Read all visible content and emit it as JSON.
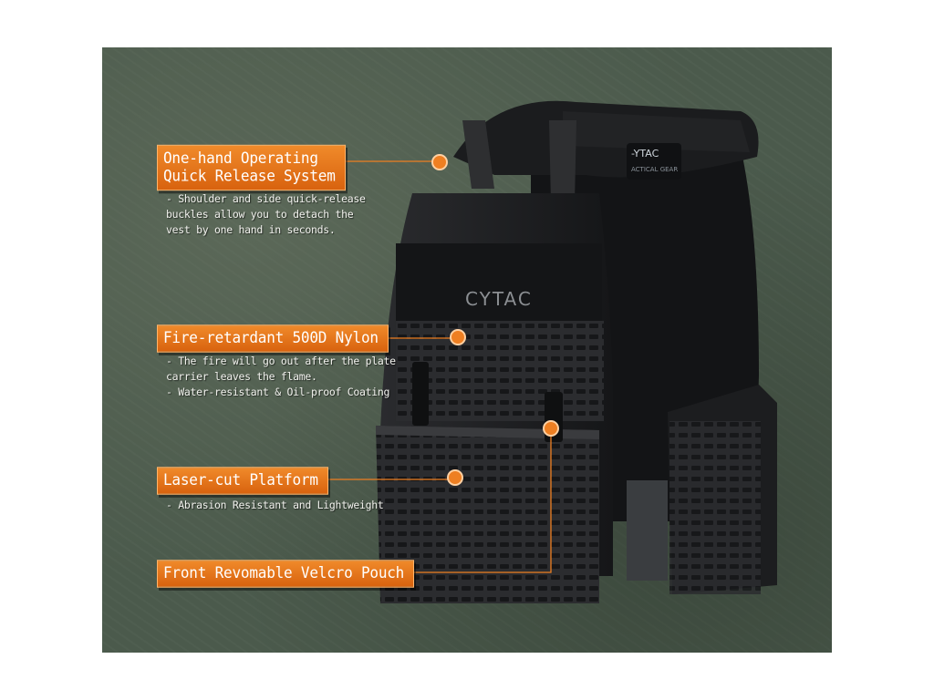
{
  "features": [
    {
      "title": "One-hand Operating\nQuick Release System",
      "description": "- Shoulder and side quick-release\nbuckles allow you to detach the\nvest by one hand in seconds."
    },
    {
      "title": "Fire-retardant 500D Nylon",
      "description": "- The fire will go out after the plate\ncarrier leaves the flame.\n- Water-resistant & Oil-proof Coating"
    },
    {
      "title": "Laser-cut Platform",
      "description": "- Abrasion Resistant and Lightweight"
    },
    {
      "title": "Front Revomable Velcro Pouch",
      "description": ""
    }
  ],
  "logos": {
    "front": "CYTAC",
    "strap": "-YTAC"
  },
  "colors": {
    "accent": "#ee7f22",
    "background": "#4b5a4c",
    "vest": "#1e1f21"
  }
}
